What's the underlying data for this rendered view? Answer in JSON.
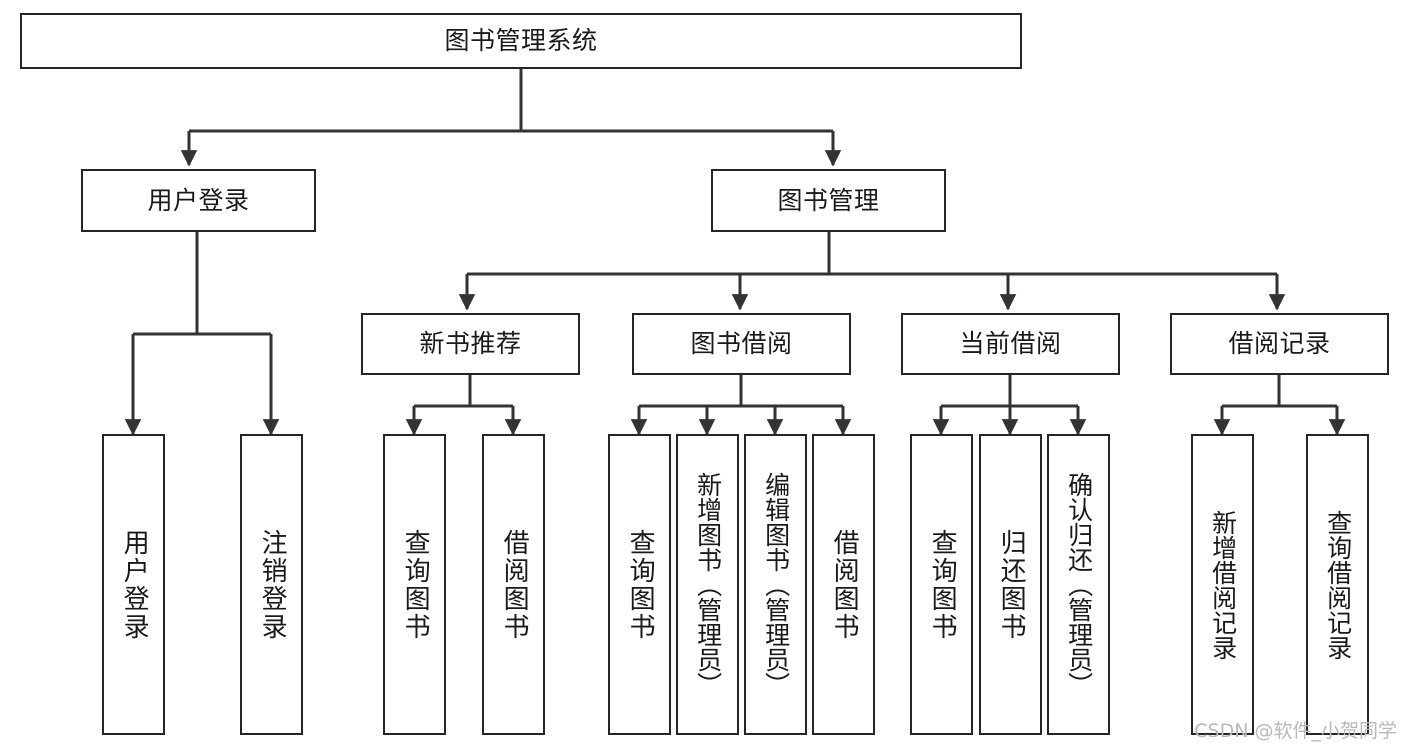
{
  "diagram": {
    "title": "图书管理系统",
    "type": "tree",
    "watermark": "CSDN @软件_小贺同学",
    "colors": {
      "box_border": "#262626",
      "box_fill": "#ffffff",
      "edge": "#333333",
      "text": "#1a1a1a",
      "watermark": "#b9b9b9",
      "background": "#ffffff"
    },
    "levels": {
      "root": "图书管理系统",
      "level2": [
        "用户登录",
        "图书管理"
      ],
      "level3": [
        "新书推荐",
        "图书借阅",
        "当前借阅",
        "借阅记录"
      ]
    },
    "nodes": {
      "root": {
        "label": "图书管理系统"
      },
      "user_login": {
        "label": "用户登录"
      },
      "book_manage": {
        "label": "图书管理"
      },
      "new_book_rec": {
        "label": "新书推荐"
      },
      "book_borrow": {
        "label": "图书借阅"
      },
      "current_borrow": {
        "label": "当前借阅"
      },
      "borrow_record": {
        "label": "借阅记录"
      },
      "leaf_user_login": {
        "label": "用户登录"
      },
      "leaf_logout": {
        "label": "注销登录"
      },
      "leaf_query_book_1": {
        "label": "查询图书"
      },
      "leaf_borrow_book_1": {
        "label": "借阅图书"
      },
      "leaf_query_book_2": {
        "label": "查询图书"
      },
      "leaf_add_book": {
        "label": "新增图书（管理员）"
      },
      "leaf_edit_book": {
        "label": "编辑图书（管理员）"
      },
      "leaf_borrow_book_2": {
        "label": "借阅图书"
      },
      "leaf_query_book_3": {
        "label": "查询图书"
      },
      "leaf_return_book": {
        "label": "归还图书"
      },
      "leaf_confirm_return": {
        "label": "确认归还（管理员）"
      },
      "leaf_add_record": {
        "label": "新增借阅记录"
      },
      "leaf_query_record": {
        "label": "查询借阅记录"
      }
    },
    "edges": [
      {
        "from": "root",
        "to": "user_login"
      },
      {
        "from": "root",
        "to": "book_manage"
      },
      {
        "from": "user_login",
        "to": "leaf_user_login"
      },
      {
        "from": "user_login",
        "to": "leaf_logout"
      },
      {
        "from": "book_manage",
        "to": "new_book_rec"
      },
      {
        "from": "book_manage",
        "to": "book_borrow"
      },
      {
        "from": "book_manage",
        "to": "current_borrow"
      },
      {
        "from": "book_manage",
        "to": "borrow_record"
      },
      {
        "from": "new_book_rec",
        "to": "leaf_query_book_1"
      },
      {
        "from": "new_book_rec",
        "to": "leaf_borrow_book_1"
      },
      {
        "from": "book_borrow",
        "to": "leaf_query_book_2"
      },
      {
        "from": "book_borrow",
        "to": "leaf_add_book"
      },
      {
        "from": "book_borrow",
        "to": "leaf_edit_book"
      },
      {
        "from": "book_borrow",
        "to": "leaf_borrow_book_2"
      },
      {
        "from": "current_borrow",
        "to": "leaf_query_book_3"
      },
      {
        "from": "current_borrow",
        "to": "leaf_return_book"
      },
      {
        "from": "current_borrow",
        "to": "leaf_confirm_return"
      },
      {
        "from": "borrow_record",
        "to": "leaf_add_record"
      },
      {
        "from": "borrow_record",
        "to": "leaf_query_record"
      }
    ]
  }
}
